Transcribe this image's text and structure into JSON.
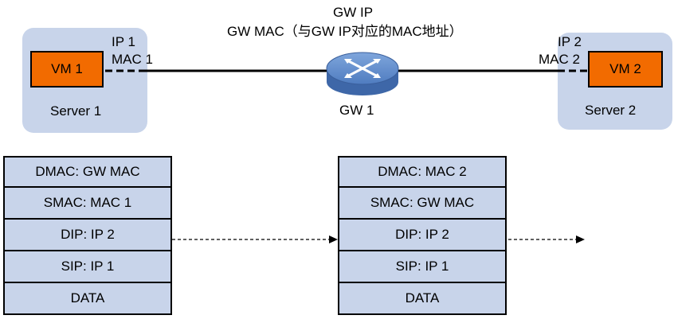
{
  "gateway": {
    "ip_label": "GW IP",
    "mac_label": "GW MAC（与GW IP对应的MAC地址）",
    "name": "GW 1",
    "icon": "router-icon"
  },
  "server1": {
    "name": "Server 1",
    "vm": "VM 1",
    "ip": "IP 1",
    "mac": "MAC 1"
  },
  "server2": {
    "name": "Server 2",
    "vm": "VM 2",
    "ip": "IP 2",
    "mac": "MAC 2"
  },
  "packet1": [
    "DMAC: GW MAC",
    "SMAC: MAC 1",
    "DIP: IP 2",
    "SIP: IP 1",
    "DATA"
  ],
  "packet2": [
    "DMAC: MAC 2",
    "SMAC: GW MAC",
    "DIP: IP 2",
    "SIP: IP 1",
    "DATA"
  ],
  "colors": {
    "server_bg": "#c8d4ea",
    "vm_fill": "#f26b00",
    "router_fill": "#5b87c9"
  }
}
